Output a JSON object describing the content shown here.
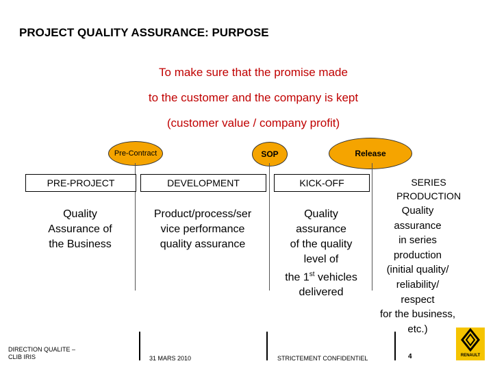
{
  "title": "PROJECT QUALITY ASSURANCE: PURPOSE",
  "purpose": {
    "line1": "To make sure that the promise made",
    "line2": "to the customer and the company is kept",
    "line3": "(customer value / company profit)"
  },
  "milestones": {
    "pre_contract": "Pre-Contract",
    "sop": "SOP",
    "release": "Release"
  },
  "columns": [
    {
      "head": "PRE-PROJECT",
      "text": [
        "Quality",
        "Assurance of",
        "the Business"
      ]
    },
    {
      "head": "DEVELOPMENT",
      "text": [
        "Product/process/ser",
        "vice performance",
        "quality assurance"
      ]
    },
    {
      "head": "KICK-OFF",
      "text": [
        "Quality",
        "assurance",
        "of the quality",
        "level of",
        "the 1st vehicles",
        "delivered"
      ]
    },
    {
      "head": "SERIES PRODUCTION",
      "text": [
        "Quality",
        "assurance",
        "in series",
        "production",
        "(initial quality/",
        "reliability/",
        "respect",
        "for the business,",
        "etc.)"
      ]
    }
  ],
  "footer": {
    "org_line1": "DIRECTION QUALITE –",
    "org_line2": "CLIB IRIS",
    "date": "31 MARS 2010",
    "confidential": "STRICTEMENT CONFIDENTIEL",
    "page": "4",
    "logo_text": "RENAULT"
  },
  "colors": {
    "accent": "#c00000",
    "oval": "#f5a400",
    "logo_bg": "#f5c400"
  }
}
